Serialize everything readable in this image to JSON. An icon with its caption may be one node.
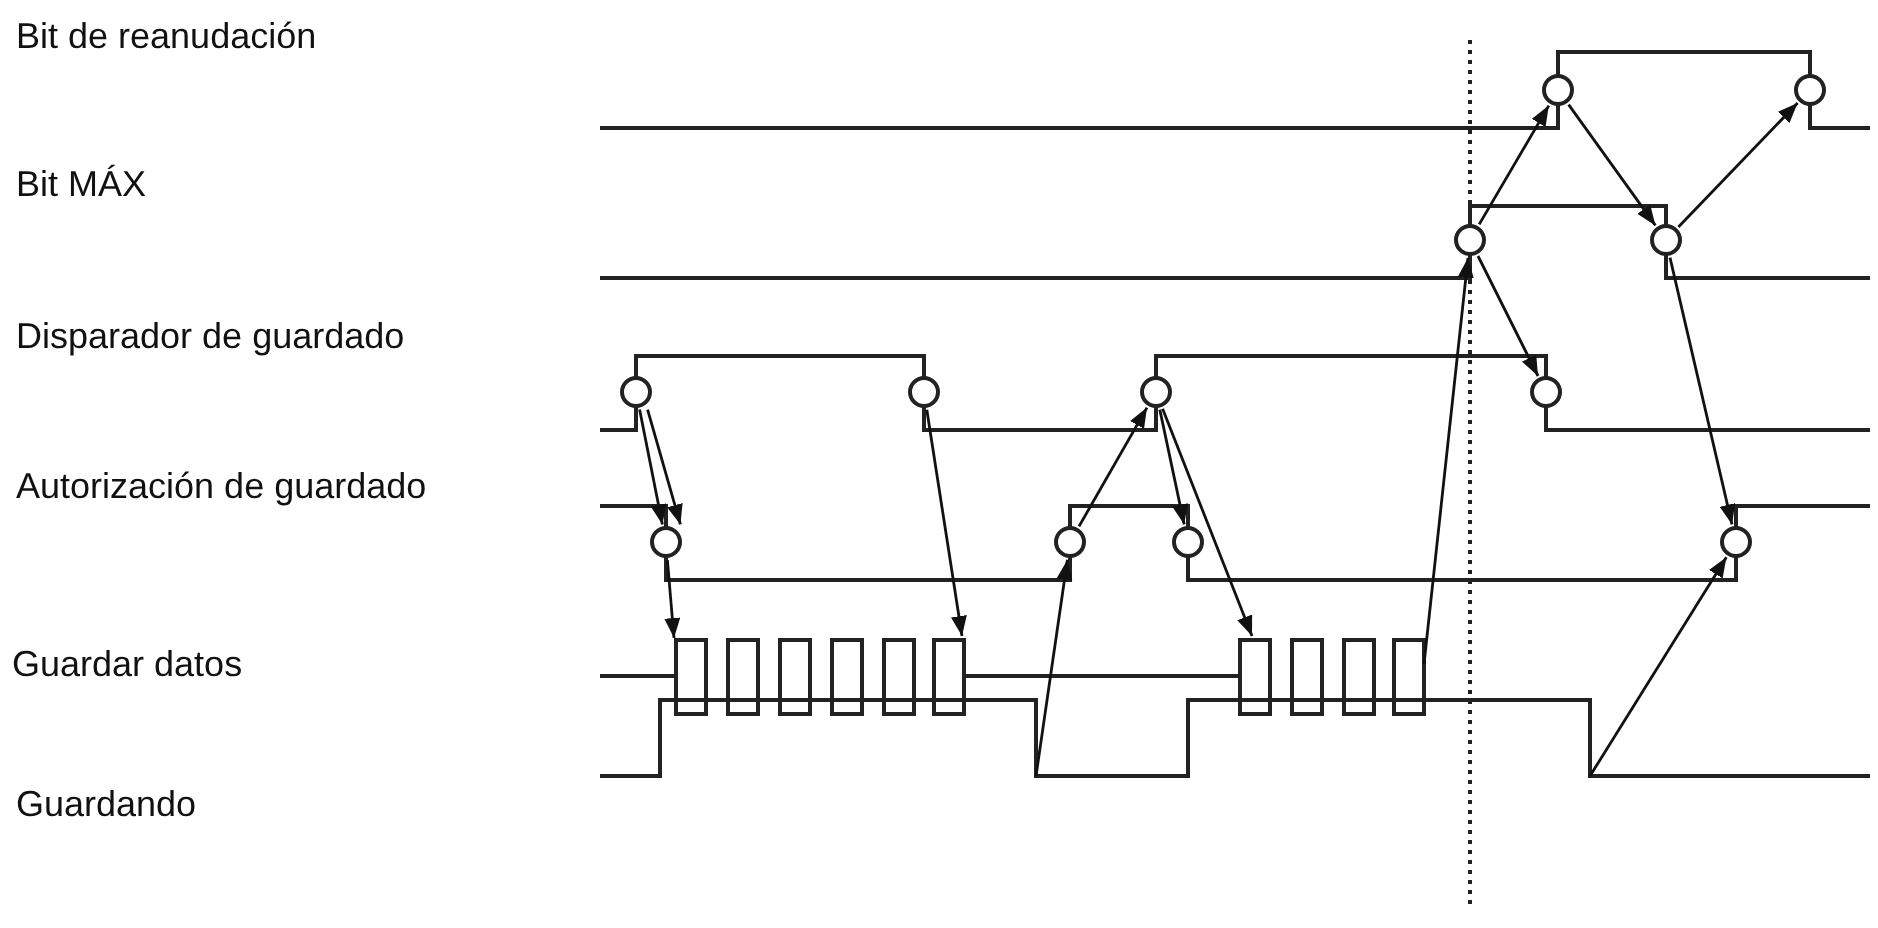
{
  "diagram": {
    "nodes": [
      {
        "text": [],
        "shape": "circle"
      },
      {
        "text": [],
        "shape": "circle"
      },
      {
        "text": [],
        "shape": "circle"
      },
      {
        "text": [],
        "shape": "circle"
      },
      {
        "text": [],
        "shape": "circle"
      },
      {
        "text": [],
        "shape": "circle"
      },
      {
        "text": [],
        "shape": "circle"
      },
      {
        "text": [],
        "shape": "circle"
      },
      {
        "text": [],
        "shape": "circle"
      },
      {
        "text": [],
        "shape": "circle"
      },
      {
        "text": [],
        "shape": "circle"
      },
      {
        "text": [],
        "shape": "circle"
      }
    ],
    "edges": [
      {
        "from": 4,
        "to": 8,
        "arrow": "to"
      },
      {
        "from": 4,
        "to": 8,
        "arrow": "to"
      },
      {
        "from": 8,
        "to": null,
        "arrow": "to"
      },
      {
        "from": 5,
        "to": null,
        "arrow": "to"
      },
      {
        "from": null,
        "to": 9,
        "arrow": "to"
      },
      {
        "from": 9,
        "to": 6,
        "arrow": "to"
      },
      {
        "from": 6,
        "to": 10,
        "arrow": "to"
      },
      {
        "from": 6,
        "to": null,
        "arrow": "to"
      },
      {
        "from": null,
        "to": 2,
        "arrow": "to"
      },
      {
        "from": 2,
        "to": 0,
        "arrow": "to"
      },
      {
        "from": 2,
        "to": 7,
        "arrow": "to"
      },
      {
        "from": 0,
        "to": 3,
        "arrow": "to"
      },
      {
        "from": 3,
        "to": 1,
        "arrow": "to"
      },
      {
        "from": 3,
        "to": 11,
        "arrow": "to"
      },
      {
        "from": null,
        "to": 11,
        "arrow": "to"
      }
    ],
    "labels": [
      "Bit de reanudación",
      "Bit MÁX",
      "Disparador de guardado",
      "Autorización de guardado",
      "Guardar datos",
      "Guardando"
    ]
  }
}
